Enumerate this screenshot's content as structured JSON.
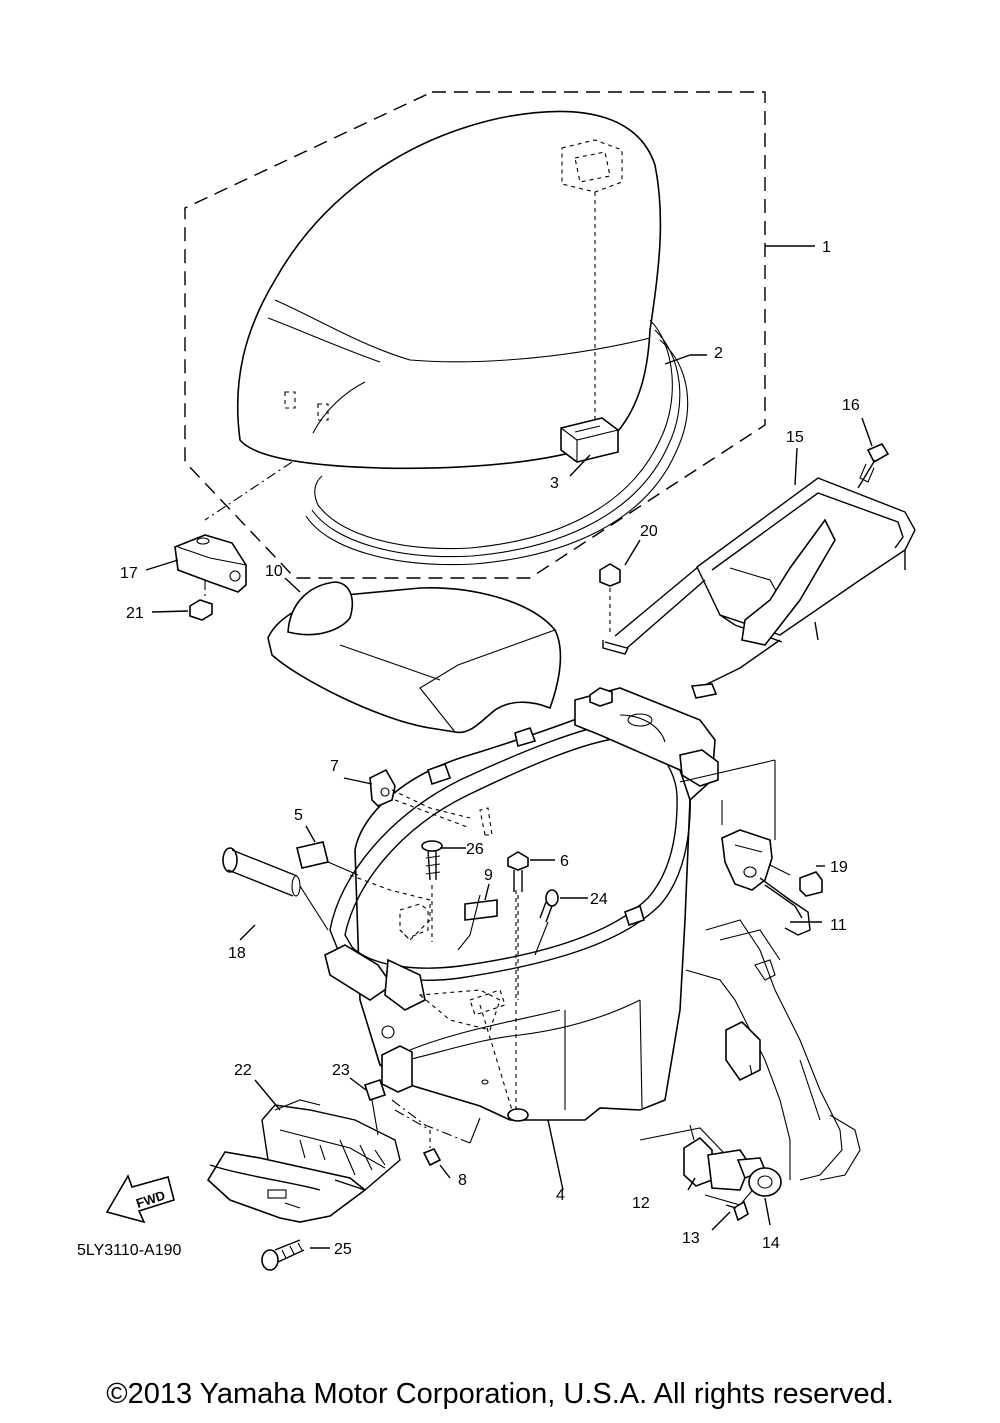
{
  "diagram": {
    "code": "5LY3110-A190",
    "fwd_label": "FWD",
    "callouts": [
      "1",
      "2",
      "3",
      "4",
      "5",
      "6",
      "7",
      "8",
      "9",
      "10",
      "11",
      "12",
      "13",
      "14",
      "15",
      "16",
      "17",
      "18",
      "19",
      "20",
      "21",
      "22",
      "23",
      "24",
      "25",
      "26"
    ]
  },
  "footer": {
    "copyright": "©2013 Yamaha Motor Corporation, U.S.A. All rights reserved."
  }
}
